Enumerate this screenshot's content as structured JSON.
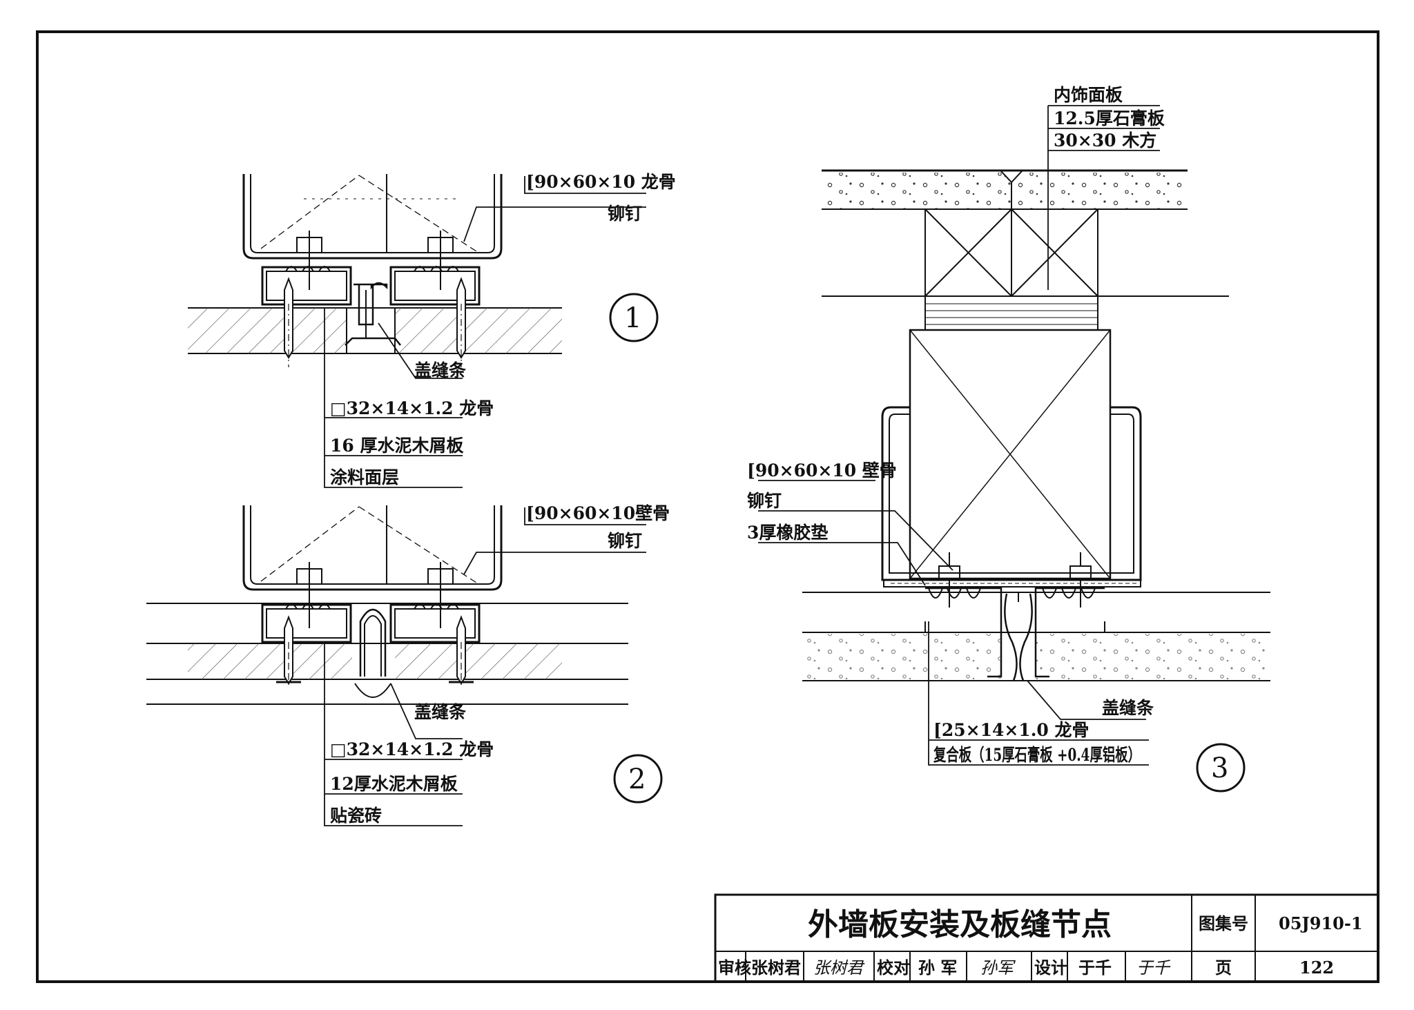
{
  "detail1": {
    "number": "1",
    "labels": {
      "channel_keel": "[90×60×10 龙骨",
      "rivet": "铆钉",
      "cover_strip": "盖缝条",
      "square_keel": "□32×14×1.2 龙骨",
      "board": "16 厚水泥木屑板",
      "coating": "涂料面层"
    }
  },
  "detail2": {
    "number": "2",
    "labels": {
      "channel_keel": "[90×60×10壁骨",
      "rivet": "铆钉",
      "cover_strip": "盖缝条",
      "square_keel": "□32×14×1.2 龙骨",
      "board": "12厚水泥木屑板",
      "tile": "贴瓷砖"
    }
  },
  "detail3": {
    "number": "3",
    "labels": {
      "inner_panel": "内饰面板",
      "gypsum": "12.5厚石膏板",
      "wood": "30×30 木方",
      "channel_keel": "[90×60×10 壁骨",
      "rivet": "铆钉",
      "rubber": "3厚橡胶垫",
      "cover_strip": "盖缝条",
      "small_keel": "[25×14×1.0 龙骨",
      "composite": "复合板（15厚石膏板 +0.4厚铝板）"
    }
  },
  "title_block": {
    "title": "外墙板安装及板缝节点",
    "atlas_label": "图集号",
    "atlas_value": "05J910-1",
    "review_label": "审核",
    "review_name": "张树君",
    "review_sig": "张树君",
    "check_label": "校对",
    "check_name": "孙 军",
    "check_sig": "孙军",
    "design_label": "设计",
    "design_name": "于千",
    "design_sig": "于千",
    "page_label": "页",
    "page_value": "122"
  }
}
